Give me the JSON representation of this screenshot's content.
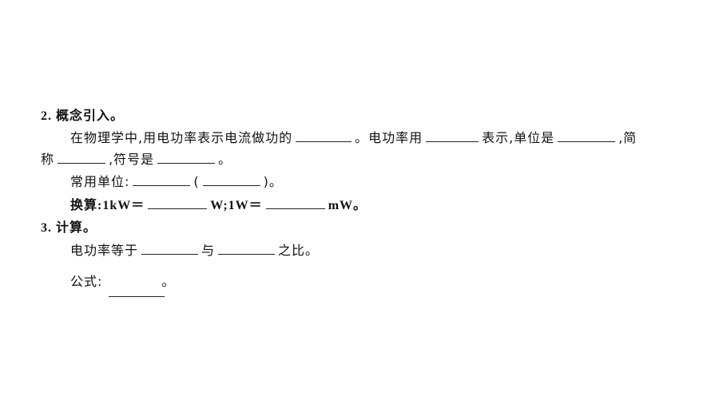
{
  "section2": {
    "heading": "2. 概念引入。",
    "line1_a": "在物理学中,用电功率表示电流做功的",
    "line1_b": "。电功率用",
    "line1_c": "表示,单位是",
    "line1_d": ",简",
    "line2_a": "称",
    "line2_b": ",符号是",
    "line2_c": "。",
    "common_a": "常用单位:",
    "common_b": "(",
    "common_c": ")。",
    "convert_a": "换算:1kW＝",
    "convert_b": "W;1W＝",
    "convert_c": "mW。"
  },
  "section3": {
    "heading": "3. 计算。",
    "line1_a": "电功率等于",
    "line1_b": "与",
    "line1_c": "之比。",
    "formula_label": "公式:",
    "formula_end": "。"
  }
}
